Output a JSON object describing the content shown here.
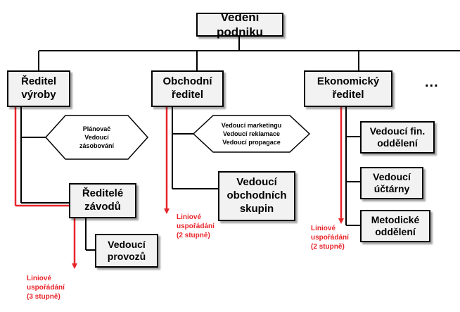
{
  "top": {
    "label": "Vedení podniku"
  },
  "directors": {
    "vyroba": "Ředitel\nvýroby",
    "obchodni": "Obchodní\nředitel",
    "ekonomicky": "Ekonomický\nředitel"
  },
  "more_indicator": "...",
  "staff": {
    "vyroba": "Plánovač\nVedoucí\nzásobování",
    "obchodni": "Vedoucí marketingu\nVedoucí reklamace\nVedoucí  propagace"
  },
  "line_units": {
    "reditele_zavodu": "Ředitelé\nzávodů",
    "vedouci_provozu": "Vedoucí\nprovozů",
    "vedouci_obchodnich_skupin": "Vedoucí\nobchodních\nskupin",
    "vedouci_fin_oddeleni": "Vedoucí fin.\noddělení",
    "vedouci_uctarny": "Vedoucí\núčtárny",
    "metodicke_oddeleni": "Metodické\noddělení"
  },
  "annotations": {
    "three_levels": "Liniové\nuspořádání\n(3 stupně)",
    "two_levels_obchod": "Liniové\nuspořádání\n(2 stupně)",
    "two_levels_ekonom": "Liniové\nuspořádání\n(2 stupně)"
  },
  "colors": {
    "line": "#000000",
    "highlight": "#e8252b",
    "box_fill": "#f2f2f2"
  }
}
